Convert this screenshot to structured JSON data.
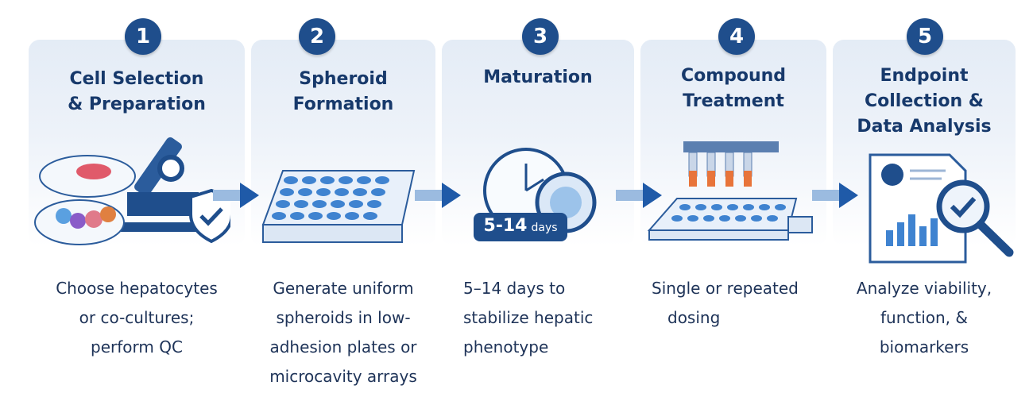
{
  "steps": [
    {
      "number": "1",
      "title_lines": [
        "Cell Selection",
        "& Preparation"
      ],
      "desc_lines": [
        "Choose hepatocytes",
        "or co-cultures;",
        "perform QC"
      ]
    },
    {
      "number": "2",
      "title_lines": [
        "Spheroid",
        "Formation"
      ],
      "desc_lines": [
        "Generate uniform",
        "spheroids in low-",
        "adhesion plates or",
        "microcavity arrays"
      ]
    },
    {
      "number": "3",
      "title_lines": [
        "Maturation"
      ],
      "desc_lines": [
        "5–14 days to",
        "stabilize hepatic",
        "phenotype"
      ]
    },
    {
      "number": "4",
      "title_lines": [
        "Compound",
        "Treatment"
      ],
      "desc_lines": [
        "Single or repeated",
        "dosing"
      ]
    },
    {
      "number": "5",
      "title_lines": [
        "Endpoint",
        "Collection &",
        "Data Analysis"
      ],
      "desc_lines": [
        "Analyze viability,",
        "function, &",
        "biomarkers"
      ]
    }
  ],
  "maturation_badge": {
    "value": "5-14",
    "unit": "days"
  },
  "colors": {
    "primary": "#1f4e8c",
    "title": "#17396b",
    "text": "#1e3358",
    "panel": "#e4ecf6"
  }
}
